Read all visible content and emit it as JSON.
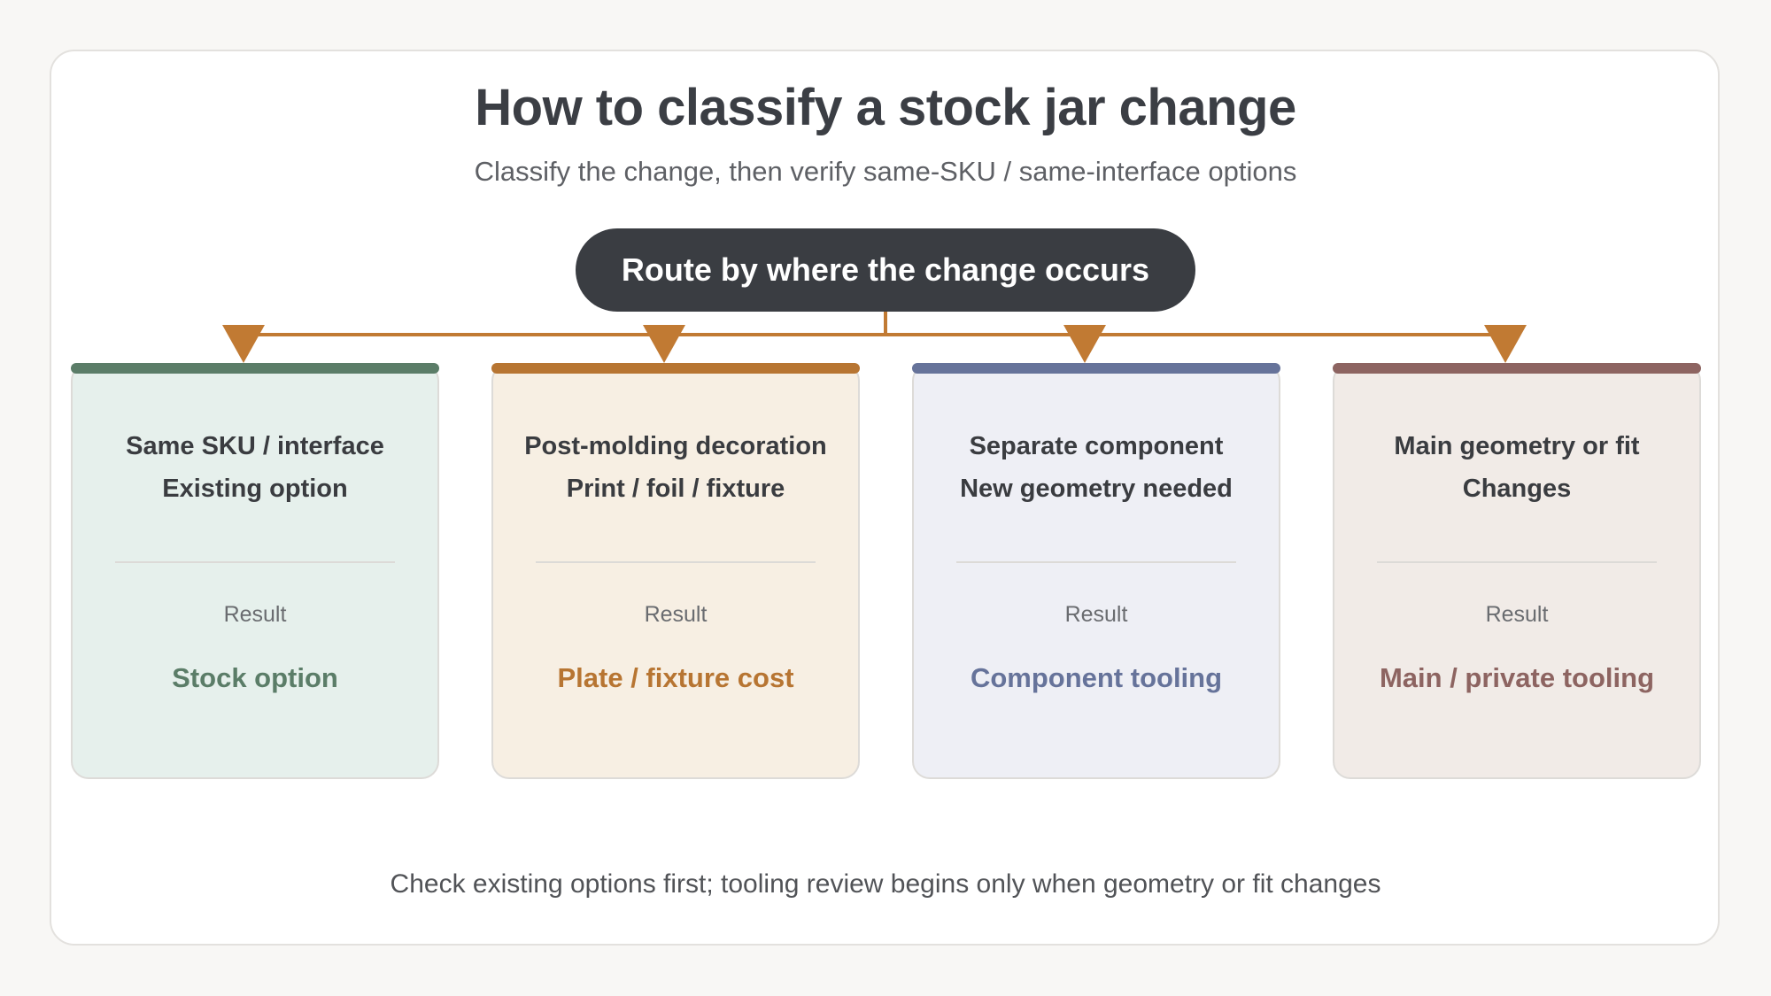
{
  "header": {
    "title": "How to classify a stock jar change",
    "subtitle": "Classify the change, then verify same-SKU / same-interface options"
  },
  "root": {
    "label": "Route by where the change occurs"
  },
  "colors": {
    "connector": "#c17a33",
    "green": "#5b7d68",
    "orange": "#b77532",
    "blue": "#66739a",
    "mauve": "#8d6461"
  },
  "branches": [
    {
      "condition_line1": "Same SKU / interface",
      "condition_line2": "Existing option",
      "result_label": "Result",
      "result": "Stock option",
      "accent": "#5b7d68",
      "background": "#e6f0ec"
    },
    {
      "condition_line1": "Post-molding decoration",
      "condition_line2": "Print / foil / fixture",
      "result_label": "Result",
      "result": "Plate / fixture cost",
      "accent": "#b77532",
      "background": "#f7efe3"
    },
    {
      "condition_line1": "Separate component",
      "condition_line2": "New geometry needed",
      "result_label": "Result",
      "result": "Component tooling",
      "accent": "#66739a",
      "background": "#eeeff5"
    },
    {
      "condition_line1": "Main geometry or fit",
      "condition_line2": "Changes",
      "result_label": "Result",
      "result": "Main / private tooling",
      "accent": "#8d6461",
      "background": "#f1ebe7"
    }
  ],
  "footer": {
    "note": "Check existing options first; tooling review begins only when geometry or fit changes"
  }
}
